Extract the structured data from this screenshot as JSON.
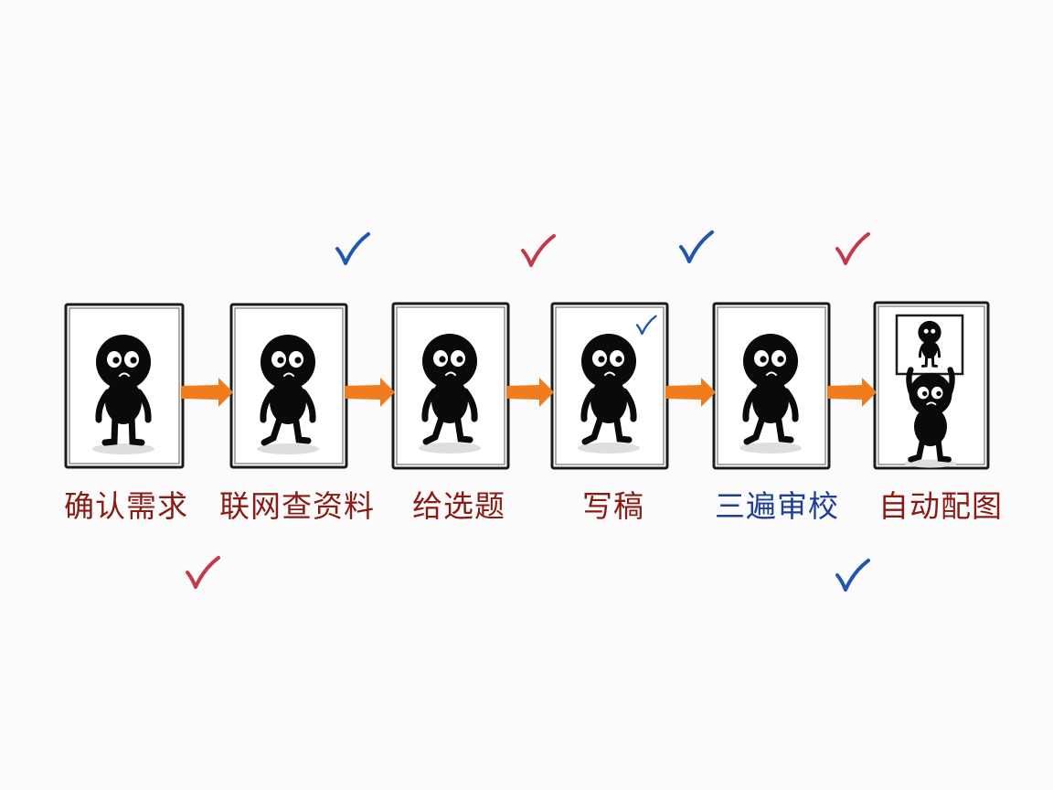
{
  "steps": [
    {
      "label": "确认需求",
      "color": "#8a1a14",
      "figure": "standing"
    },
    {
      "label": "联网查资料",
      "color": "#8a1a14",
      "figure": "walking"
    },
    {
      "label": "给选题",
      "color": "#8a1a14",
      "figure": "walking"
    },
    {
      "label": "写稿",
      "color": "#8a1a14",
      "figure": "walking"
    },
    {
      "label": "三遍审校",
      "color": "#1f3f96",
      "figure": "walking"
    },
    {
      "label": "自动配图",
      "color": "#8a1a14",
      "figure": "holding-picture"
    }
  ],
  "arrow_color": "#f07c1e",
  "check_marks": [
    {
      "color": "#1f57b0"
    },
    {
      "color": "#c23a4c"
    },
    {
      "color": "#1f57b0"
    },
    {
      "color": "#c23a4c"
    },
    {
      "color": "#1f57b0"
    },
    {
      "color": "#c23a4c"
    },
    {
      "color": "#1f57b0"
    }
  ]
}
